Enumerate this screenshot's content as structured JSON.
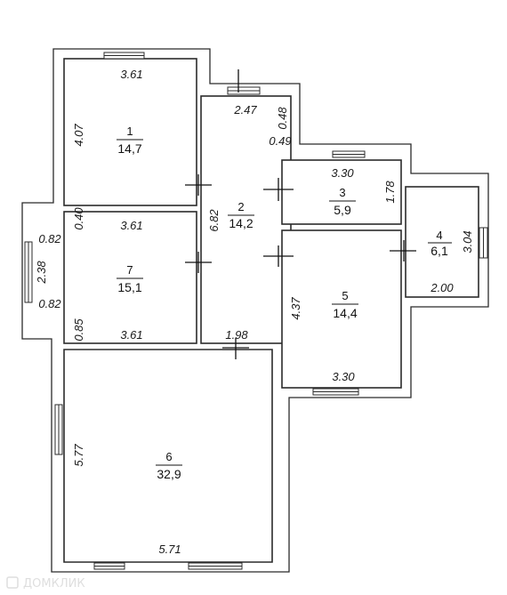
{
  "rooms": [
    {
      "id": "1",
      "number": "1",
      "area": "14,7"
    },
    {
      "id": "2",
      "number": "2",
      "area": "14,2"
    },
    {
      "id": "3",
      "number": "3",
      "area": "5,9"
    },
    {
      "id": "4",
      "number": "4",
      "area": "6,1"
    },
    {
      "id": "5",
      "number": "5",
      "area": "14,4"
    },
    {
      "id": "6",
      "number": "6",
      "area": "32,9"
    },
    {
      "id": "7",
      "number": "7",
      "area": "15,1"
    }
  ],
  "dimensions": {
    "r1_top": "3.61",
    "r1_left": "4.07",
    "r2_top": "2.47",
    "r2_right_a": "0.48",
    "r2_right_b": "0.49",
    "r2_left": "6.82",
    "r2_bottom": "1.98",
    "r3_top": "3.30",
    "r3_right": "1.78",
    "r4_right": "3.04",
    "r4_bottom": "2.00",
    "r5_left": "4.37",
    "r5_bottom": "3.30",
    "r7_top": "3.61",
    "r7_bottom": "3.61",
    "r7_gap_top": "0.40",
    "r7_gap_bottom": "0.85",
    "r7_win_top": "0.82",
    "r7_win_mid": "2.38",
    "r7_win_bottom": "0.82",
    "r6_left": "5.77",
    "r6_bottom": "5.71"
  },
  "watermark": "ДОМКЛИК"
}
